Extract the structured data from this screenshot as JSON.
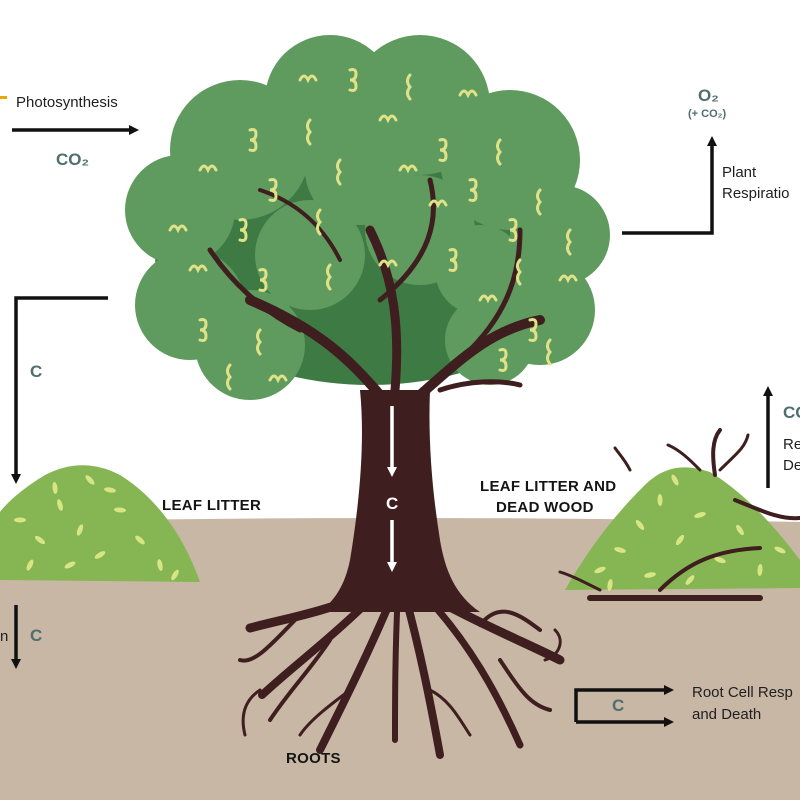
{
  "colors": {
    "soil": "#c9b7a6",
    "trunk": "#3e1e1f",
    "canopy": "#5f9b5f",
    "canopy_dark": "#3e7a43",
    "canopy_mark": "#dfe287",
    "litter": "#86b553",
    "arrow": "#111111",
    "carbon_text": "#4f6e6e",
    "sun": "#e8a800"
  },
  "labels": {
    "photosynthesis": "Photosynthesis",
    "co2_in": "CO₂",
    "o2": "O₂",
    "o2_note": "(+ CO₂)",
    "plant_respiration_1": "Plant",
    "plant_respiration_2": "Respiratio",
    "carbon_left": "C",
    "carbon_trunk": "C",
    "carbon_below_litter": "C",
    "carbon_partial_left": "n",
    "leaf_litter": "LEAF LITTER",
    "leaf_litter_dead_wood_1": "LEAF LITTER AND",
    "leaf_litter_dead_wood_2": "DEAD WOOD",
    "co2_right_partial": "CO",
    "right_resp_1": "Re",
    "right_resp_2": "De",
    "carbon_roots": "C",
    "root_cell_1": "Root Cell Resp",
    "root_cell_2": "and Death",
    "roots": "ROOTS"
  }
}
